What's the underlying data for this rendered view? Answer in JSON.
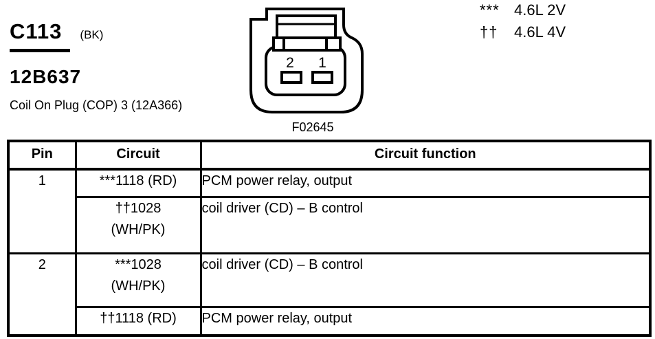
{
  "header": {
    "connector_id": "C113",
    "connector_color": "(BK)",
    "part_number": "12B637",
    "description": "Coil On Plug (COP) 3 (12A366)"
  },
  "legend": {
    "items": [
      {
        "symbol": "***",
        "label": "4.6L 2V"
      },
      {
        "symbol": "††",
        "label": "4.6L 4V"
      }
    ]
  },
  "connector": {
    "pin_labels": [
      "2",
      "1"
    ],
    "figure_id": "F02645"
  },
  "table": {
    "headers": [
      "Pin",
      "Circuit",
      "Circuit function"
    ],
    "rows": [
      {
        "pin": "1",
        "circuits": [
          {
            "circuit": "***1118 (RD)",
            "circuit_line2": "",
            "function": "PCM power relay, output"
          },
          {
            "circuit": "††1028",
            "circuit_line2": "(WH/PK)",
            "function": "coil driver (CD) – B control"
          }
        ]
      },
      {
        "pin": "2",
        "circuits": [
          {
            "circuit": "***1028",
            "circuit_line2": "(WH/PK)",
            "function": "coil driver (CD) – B control"
          },
          {
            "circuit": "††1118 (RD)",
            "circuit_line2": "",
            "function": "PCM power relay, output"
          }
        ]
      }
    ]
  },
  "colors": {
    "ink": "#000000",
    "paper": "#ffffff"
  }
}
